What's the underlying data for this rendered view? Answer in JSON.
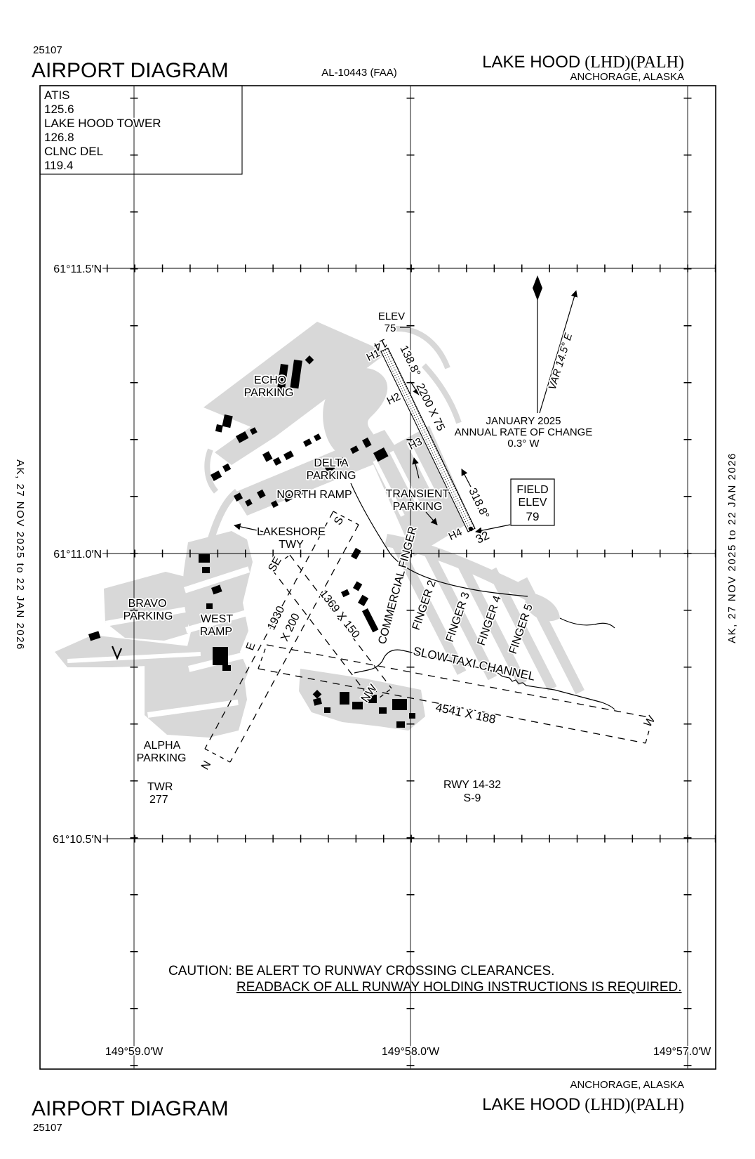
{
  "header": {
    "chart_code": "25107",
    "title": "AIRPORT DIAGRAM",
    "procedure_id": "AL-10443 (FAA)",
    "airport_name": "LAKE HOOD",
    "airport_ids": "(LHD)(PALH)",
    "city_state": "ANCHORAGE, ALASKA"
  },
  "comm_box": {
    "atis_label": "ATIS",
    "atis_freq": "125.6",
    "tower_label": "LAKE HOOD TOWER",
    "tower_freq": "126.8",
    "clnc_label": "CLNC DEL",
    "clnc_freq": "119.4"
  },
  "margins": {
    "left": "AK, 27 NOV 2025 to 22 JAN 2026",
    "right": "AK, 27 NOV 2025 to 22 JAN 2026"
  },
  "graticule": {
    "lat_labels": [
      "61°11.5′N",
      "61°11.0′N",
      "61°10.5′N"
    ],
    "lon_labels": [
      "149°59.0′W",
      "149°58.0′W",
      "149°57.0′W"
    ]
  },
  "compass": {
    "var_label": "VAR 14.5° E",
    "date": "JANUARY 2025",
    "rate1": "ANNUAL RATE OF CHANGE",
    "rate2": "0.3° W"
  },
  "field_elev": {
    "line1": "FIELD",
    "line2": "ELEV",
    "value": "79"
  },
  "runway": {
    "elev_label": "ELEV",
    "elev_value": "75",
    "num_14": "14",
    "num_32": "32",
    "hdg_14": "138.8°",
    "hdg_32": "318.8°",
    "dims": "2200 X 75",
    "h1": "H1",
    "h2": "H2",
    "h3": "H3",
    "h4": "H4",
    "rwy_id": "RWY 14-32",
    "strength": "S-9"
  },
  "water_lanes": {
    "ns_dims1": "1930",
    "ns_dims2": "X 200",
    "nwse_dims": "1369 X 150",
    "ew_dims": "4541 X 188",
    "end_s": "S",
    "end_n": "N",
    "end_se": "SE",
    "end_e": "E",
    "end_nw": "NW",
    "end_w": "W",
    "slow_taxi": "SLOW TAXI CHANNEL"
  },
  "areas": {
    "echo1": "ECHO",
    "echo2": "PARKING",
    "delta1": "DELTA",
    "delta2": "PARKING",
    "north_ramp": "NORTH RAMP",
    "transient1": "TRANSIENT",
    "transient2": "PARKING",
    "lakeshore1": "LAKESHORE",
    "lakeshore2": "TWY",
    "bravo1": "BRAVO",
    "bravo2": "PARKING",
    "west1": "WEST",
    "west2": "RAMP",
    "alpha1": "ALPHA",
    "alpha2": "PARKING",
    "commercial_finger": "COMMERCIAL FINGER",
    "finger2": "FINGER 2",
    "finger3": "FINGER 3",
    "finger4": "FINGER 4",
    "finger5": "FINGER 5",
    "twr": "TWR",
    "twr_elev": "277"
  },
  "caution": {
    "line1": "CAUTION: BE ALERT TO RUNWAY CROSSING CLEARANCES.",
    "line2": "READBACK OF ALL RUNWAY HOLDING INSTRUCTIONS IS REQUIRED."
  },
  "footer": {
    "city_state": "ANCHORAGE, ALASKA",
    "title": "AIRPORT DIAGRAM",
    "airport_name": "LAKE HOOD",
    "airport_ids": "(LHD)(PALH)",
    "chart_code": "25107"
  }
}
